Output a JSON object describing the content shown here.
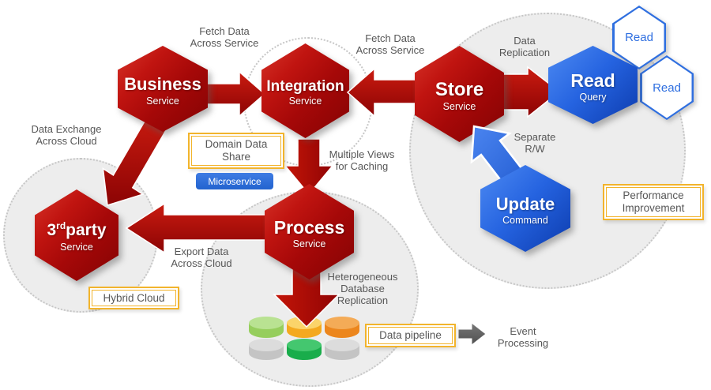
{
  "hexagons": {
    "business": {
      "title": "Business",
      "subtitle": "Service"
    },
    "integration": {
      "title": "Integration",
      "subtitle": "Service"
    },
    "store": {
      "title": "Store",
      "subtitle": "Service"
    },
    "read_query": {
      "title": "Read",
      "subtitle": "Query"
    },
    "update": {
      "title": "Update",
      "subtitle": "Command"
    },
    "process": {
      "title": "Process",
      "subtitle": "Service"
    },
    "third_party": {
      "title_base": "3",
      "title_sup": "rd",
      "title_rest": "party",
      "subtitle": "Service"
    },
    "read_replica_top": {
      "label": "Read"
    },
    "read_replica_bottom": {
      "label": "Read"
    }
  },
  "annotations": {
    "fetch_data_left": "Fetch Data\nAcross Service",
    "fetch_data_right": "Fetch Data\nAcross Service",
    "data_replication": "Data\nReplication",
    "separate_rw": "Separate\nR/W",
    "data_exchange": "Data Exchange\nAcross Cloud",
    "multiple_views": "Multiple Views\nfor Caching",
    "export_data": "Export Data\nAcross Cloud",
    "heterogeneous": "Heterogeneous\nDatabase\nReplication",
    "event_processing": "Event\nProcessing"
  },
  "callouts": {
    "domain_data_share": "Domain Data\nShare",
    "microservice": "Microservice",
    "hybrid_cloud": "Hybrid Cloud",
    "performance_improvement": "Performance\nImprovement",
    "data_pipeline": "Data pipeline"
  },
  "colors": {
    "hex_red": "#b00d0d",
    "hex_blue": "#1f5bd8",
    "replica_border_blue": "#2f6fe0",
    "callout_border_gold": "#f2b42c",
    "microservice_bg": "#2e6fd6",
    "annotation_text": "#575757",
    "arrow_red_light": "#ca1b10",
    "arrow_red_dark": "#8c0404",
    "arrow_blue_light": "#4b85f0",
    "arrow_blue_dark": "#1c55cc",
    "arrow_gray": "#5f5f5f",
    "db_green_light": "#96ce5d",
    "db_gold": "#f4a91f",
    "db_orange": "#ec861d",
    "db_green_dark": "#19ad4b",
    "db_gray": "#c4c4c4"
  }
}
